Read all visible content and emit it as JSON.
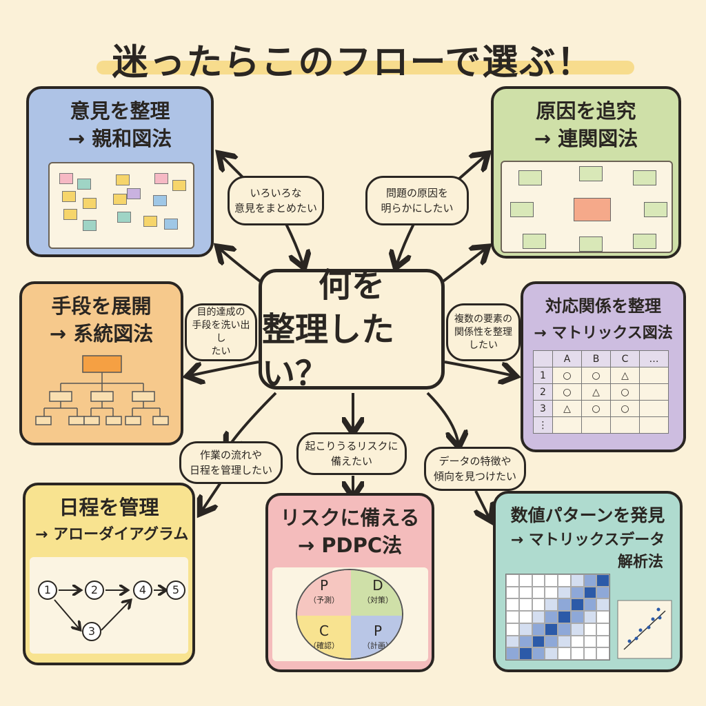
{
  "title": "迷ったらこのフローで選ぶ！",
  "center": {
    "line1": "何を",
    "line2": "整理したい？"
  },
  "colors": {
    "blue": "#aec3e6",
    "green": "#cfe0a8",
    "orange": "#f6c98c",
    "purple": "#cdbde0",
    "yellow": "#f8e390",
    "pink": "#f4bcbc",
    "teal": "#afdbcf"
  },
  "cards": [
    {
      "title": "意見を整理",
      "method": "→ 親和図法"
    },
    {
      "title": "原因を追究",
      "method": "→ 連関図法"
    },
    {
      "title": "手段を展開",
      "method": "→ 系統図法"
    },
    {
      "title": "対応関係を整理",
      "method": "→ マトリックス図法"
    },
    {
      "title": "日程を管理",
      "method": "→ アローダイアグラム"
    },
    {
      "title": "リスクに備える",
      "method": "→ PDPC法"
    },
    {
      "title": "数値パターンを発見",
      "method": "→ マトリックスデータ",
      "method2": "解析法"
    }
  ],
  "bubbles": [
    {
      "l1": "いろいろな",
      "l2": "意見をまとめたい"
    },
    {
      "l1": "問題の原因を",
      "l2": "明らかにしたい"
    },
    {
      "l1": "目的達成の",
      "l2": "手段を洗い出し",
      "l3": "たい"
    },
    {
      "l1": "複数の要素の",
      "l2": "関係性を整理",
      "l3": "したい"
    },
    {
      "l1": "作業の流れや",
      "l2": "日程を管理したい"
    },
    {
      "l1": "起こりうるリスクに",
      "l2": "備えたい"
    },
    {
      "l1": "データの特徴や",
      "l2": "傾向を見つけたい"
    }
  ],
  "matrix": {
    "header": [
      "",
      "A",
      "B",
      "C",
      "…"
    ],
    "rows": [
      [
        "1",
        "○",
        "○",
        "△",
        ""
      ],
      [
        "2",
        "○",
        "△",
        "○",
        ""
      ],
      [
        "3",
        "△",
        "○",
        "○",
        ""
      ],
      [
        "⋮",
        "",
        "",
        "",
        ""
      ]
    ]
  },
  "arrow_nodes": [
    "1",
    "2",
    "3",
    "4",
    "5"
  ],
  "pdpc": [
    {
      "l": "P",
      "s": "（予測）"
    },
    {
      "l": "D",
      "s": "（対策）"
    },
    {
      "l": "C",
      "s": "（確認）"
    },
    {
      "l": "P",
      "s": "（計画）"
    }
  ]
}
